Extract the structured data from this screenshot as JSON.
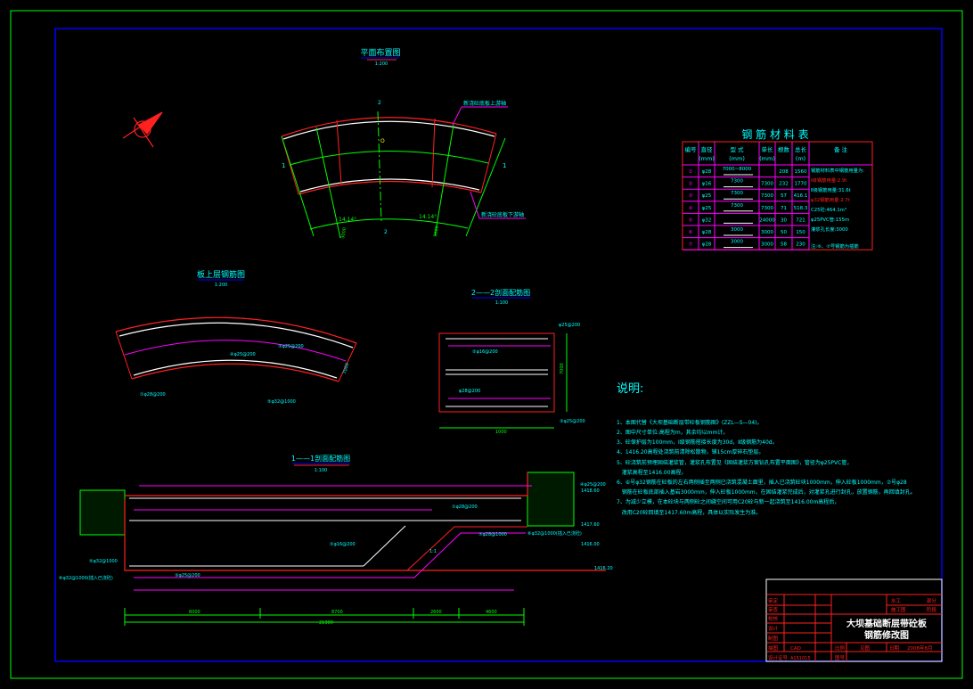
{
  "colors": {
    "frame": "#00ff00",
    "inner_border": "#0000ff",
    "table": "#ff00ff",
    "text": "#00ffff",
    "outline": "#ff0000",
    "rebar": "#ffffff"
  },
  "plan": {
    "title": "平面布置图",
    "scale": "1:200",
    "label_top": "2",
    "label_bottom": "2",
    "label_left": "1",
    "label_right": "1",
    "anno_top": "新浇砼底板上游轴",
    "anno_bottom": "新浇砼底板下游轴",
    "angle_left": "14.14°",
    "angle_right": "14.14°",
    "dim_left": "3000",
    "dim_right": "3000",
    "center_mark": "O"
  },
  "top_rebar": {
    "title": "板上层钢筋图",
    "scale": "1:200",
    "label_1": "④φ25@200",
    "label_2": "③φ25@200",
    "label_3": "①φ28@200",
    "label_4": "⑤φ32@1000",
    "dim": "7000"
  },
  "section22": {
    "title": "2——2剖面配筋图",
    "scale": "1:100",
    "labels": [
      "φ25@200",
      "②φ16@200",
      "φ28@200",
      "③φ25@200"
    ],
    "dim_w": "1000",
    "dim_h": "7000"
  },
  "section11": {
    "title": "1——1剖面配筋图",
    "scale": "1:100",
    "labels": [
      "④φ25@200",
      "①φ28@200",
      "⑦φ28@1000",
      "⑥φ32@1000(插入已浇砼)",
      "②φ16@200",
      "⑤φ32@1000",
      "③φ25@200",
      "⑥φ32@1000(插入已浇砼)"
    ],
    "elevations": [
      "1418.60",
      "1417.60",
      "1416.00",
      "1416.20"
    ],
    "dims": [
      "6000",
      "8700",
      "2600",
      "4600"
    ],
    "dim_total": "21900",
    "center": "1:1"
  },
  "table": {
    "title": "钢 筋 材 料 表",
    "headers": [
      "编号",
      "直径\n(mm)",
      "型 式\n(mm)",
      "单长\n(mm)",
      "根数",
      "总长\n(m)",
      "备 注"
    ],
    "rows": [
      {
        "no": "①",
        "dia": "φ28",
        "shape": "7000~8000",
        "len": "",
        "count": "208",
        "total": "1560"
      },
      {
        "no": "②",
        "dia": "φ16",
        "shape": "7300",
        "len": "7300",
        "count": "232",
        "total": "1770"
      },
      {
        "no": "③",
        "dia": "φ25",
        "shape": "7300",
        "len": "7300",
        "count": "57",
        "total": "416.1"
      },
      {
        "no": "④",
        "dia": "φ25",
        "shape": "7300",
        "len": "7300",
        "count": "71",
        "total": "518.3"
      },
      {
        "no": "⑤",
        "dia": "φ32",
        "shape": "",
        "len": "24000",
        "count": "30",
        "total": "721"
      },
      {
        "no": "⑥",
        "dia": "φ28",
        "shape": "3000",
        "len": "3000",
        "count": "50",
        "total": "150"
      },
      {
        "no": "⑦",
        "dia": "φ28",
        "shape": "3000",
        "len": "3000",
        "count": "58",
        "total": "230"
      }
    ],
    "remarks": [
      {
        "text": "钢筋材料表中钢筋用量为:",
        "color": "#00ffff"
      },
      {
        "text": "Ⅰ级钢筋用量:2.9t",
        "color": "#ff2020"
      },
      {
        "text": "Ⅱ级钢筋用量:31.6t",
        "color": "#00ffff"
      },
      {
        "text": "φ32钢筋用量:2.7t",
        "color": "#ff2020"
      },
      {
        "text": "C25砼:464.1m³",
        "color": "#00ffff"
      },
      {
        "text": "φ25PVC管:155m",
        "color": "#00ffff"
      },
      {
        "text": "灌浆孔长度:3000",
        "color": "#00ffff"
      },
      {
        "text": "注:⑥、⑦号钢筋为插筋",
        "color": "#00ffff"
      }
    ]
  },
  "notes": {
    "heading": "说明:",
    "items": [
      "1、本图代替《大坝基础断层带砼板钢筋图》(ZZL—S—04)。",
      "2、图中尺寸单位:高程为m，其余均以mm计。",
      "3、砼保护层为100mm，Ⅰ级钢筋搭接长度为30d，Ⅱ级钢筋为40d。",
      "4、1416.20高程处浇筑前清除松散物，铺15cm厚碎石垫层。",
      "5、砼浇筑前预埋固结灌浆管，灌浆孔布置见《固结灌浆方案钻孔布置平面图》，管径为φ25PVC管，",
      "   灌浆高程至1416.00高程。",
      "6、⑥号φ32钢筋在砼板的左右两侧插至两侧已浇筑混凝土面里，插入已浇筑砼块1000mm，伸入砼板1000mm，⑦号φ28",
      "   钢筋在砼板底部插入基岩3000mm，伸入砼板1000mm，在固结灌浆完成后，对灌浆孔进行封孔，放置钢筋，再回填封孔。",
      "7、为减少立模，在本砼块与两侧砼之间缝空间可用C20砼与新一起浇筑至1416.00m高程后，",
      "   改用C20砼回填至1417.60m高程，具体以实际发生为准。"
    ]
  },
  "title_block": {
    "roles": [
      "审定",
      "审查",
      "校核",
      "设计",
      "制图",
      "描图"
    ],
    "drawer": "CAD",
    "cert_label": "设计证号",
    "cert_no": "A151015",
    "discipline": "水工",
    "discipline_suffix": "部分",
    "stage": "施工图",
    "stage_suffix": "阶段",
    "title_line1": "大坝基础断层带砼板",
    "title_line2": "钢筋修改图",
    "scale_label": "比例",
    "scale_value": "见图",
    "date_label": "日期",
    "date_value": "2008年8月",
    "drawing_no_label": "图号"
  }
}
